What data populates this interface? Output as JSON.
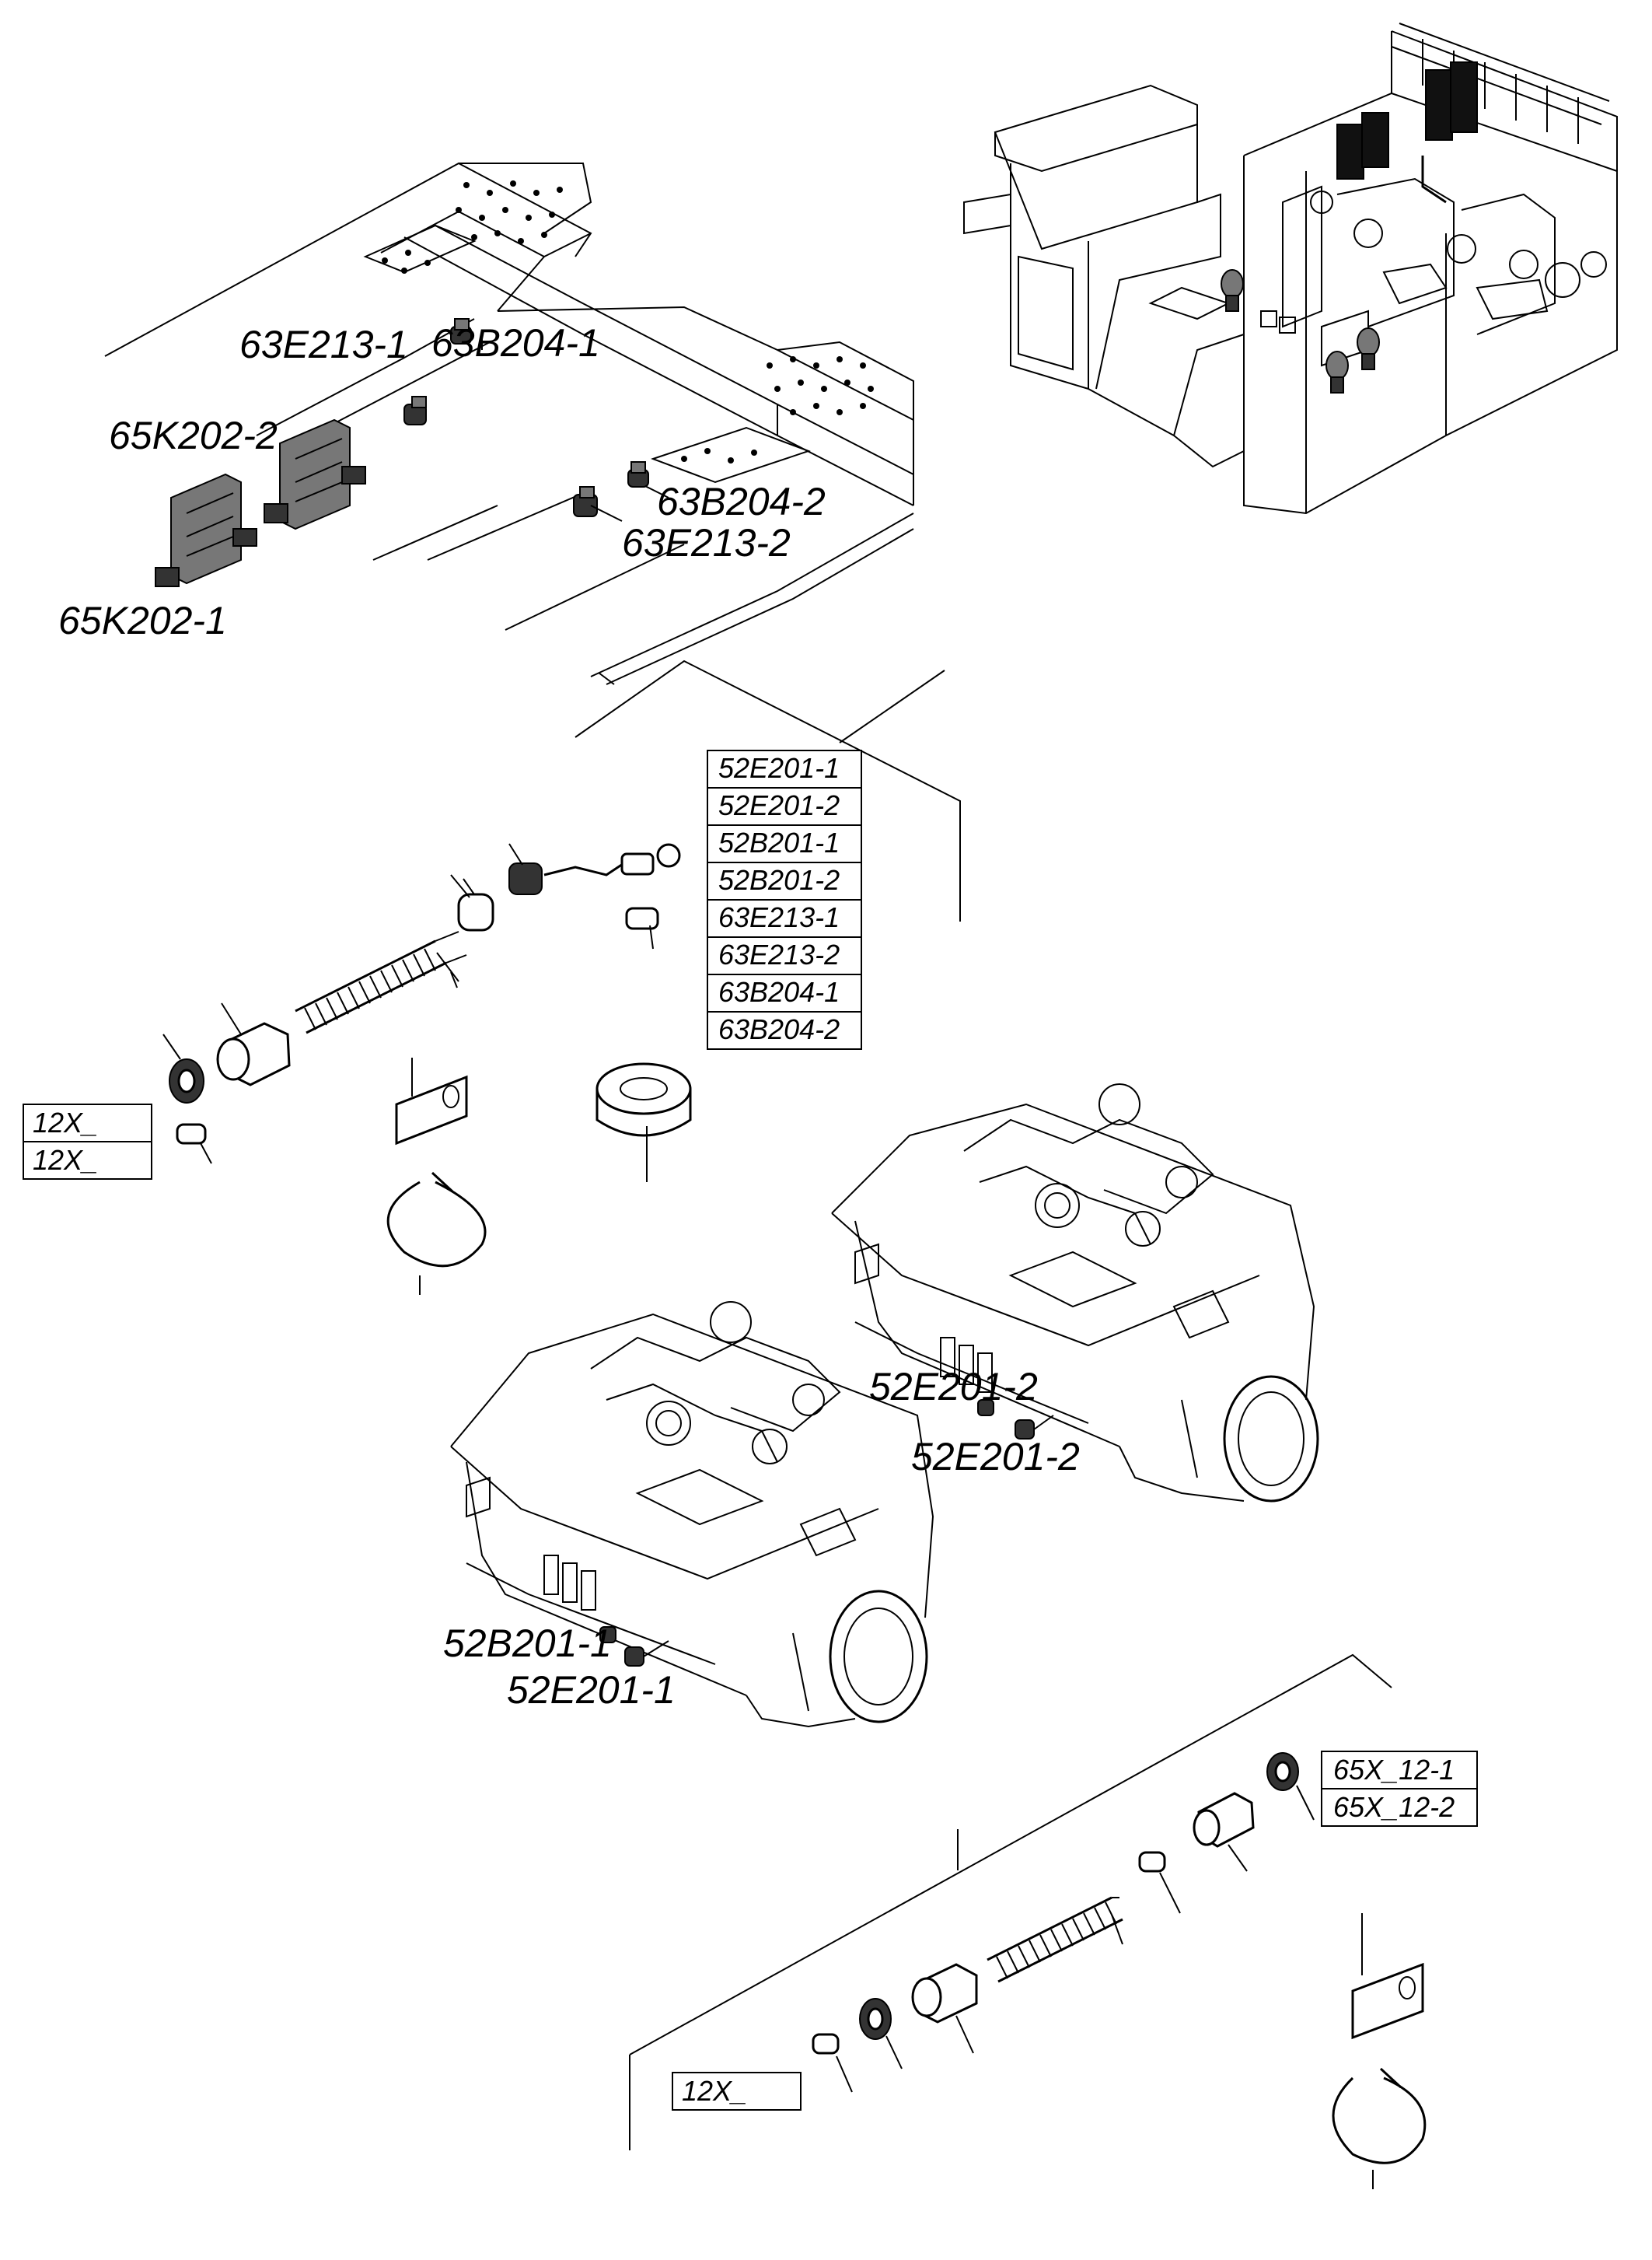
{
  "frame_labels": {
    "k2": "65K202-2",
    "k1": "65K202-1",
    "e213_1": "63E213-1",
    "b204_1": "63B204-1",
    "b204_2": "63B204-2",
    "e213_2": "63E213-2"
  },
  "parts_table_top": [
    "52E201-1",
    "52E201-2",
    "52B201-1",
    "52B201-2",
    "63E213-1",
    "63E213-2",
    "63B204-1",
    "63B204-2"
  ],
  "parts_table_left": [
    "12X_",
    "12X_"
  ],
  "engine_labels": {
    "upper_1": "52E201-2",
    "upper_2": "52E201-2",
    "lower_1": "52B201-1",
    "lower_2": "52E201-1"
  },
  "parts_table_right": [
    "65X_12-1",
    "65X_12-2"
  ],
  "parts_table_bottom": [
    "12X_"
  ]
}
